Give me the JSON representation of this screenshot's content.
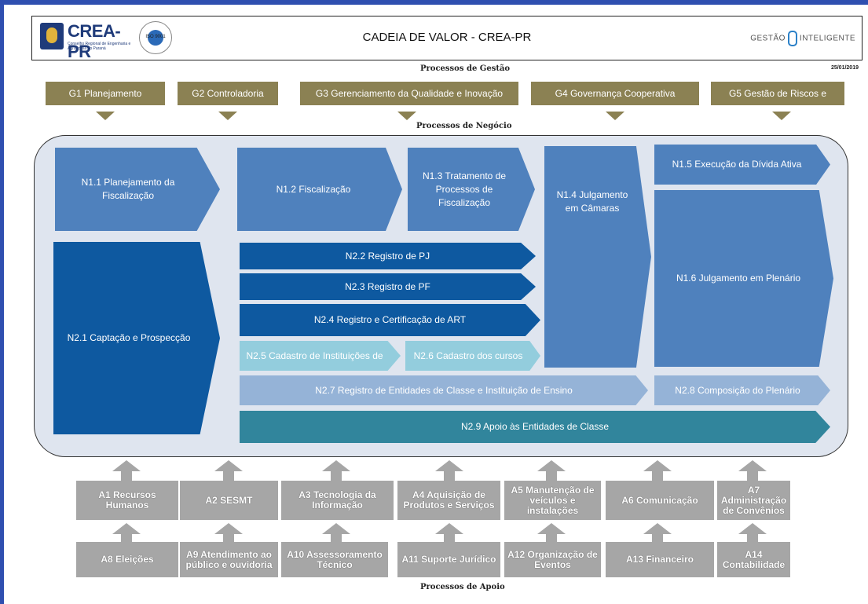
{
  "header": {
    "logo_brand": "CREA-PR",
    "logo_sub": "Conselho Regional de Engenharia e Agronomia do Paraná",
    "iso_label": "ISO 9001",
    "title": "CADEIA DE VALOR - CREA-PR",
    "right_brand_left": "GESTÃO",
    "right_brand_right": "INTELIGENTE",
    "date": "25/01/2019"
  },
  "sections": {
    "gestao": "Processos de Gestão",
    "negocio": "Processos de Negócio",
    "apoio": "Processos de Apoio"
  },
  "gestao": [
    "G1 Planejamento",
    "G2 Controladoria",
    "G3 Gerenciamento da Qualidade e Inovação",
    "G4 Governança Cooperativa",
    "G5 Gestão de Riscos e"
  ],
  "negocio": {
    "n11": "N1.1 Planejamento da Fiscalização",
    "n12": "N1.2 Fiscalização",
    "n13": "N1.3 Tratamento de Processos de Fiscalização",
    "n14": "N1.4 Julgamento em Câmaras",
    "n15": "N1.5 Execução da Dívida Ativa",
    "n16": "N1.6 Julgamento em Plenário",
    "n21": "N2.1 Captação e Prospecção",
    "n22": "N2.2 Registro  de PJ",
    "n23": "N2.3 Registro de PF",
    "n24": "N2.4 Registro e Certificação de ART",
    "n25": "N2.5 Cadastro de Instituições de",
    "n26": "N2.6 Cadastro dos cursos",
    "n27": "N2.7 Registro de Entidades de Classe e Instituição de Ensino",
    "n28": "N2.8 Composição do Plenário",
    "n29": "N2.9 Apoio às Entidades de Classe"
  },
  "apoio": {
    "a1": "A1 Recursos Humanos",
    "a2": "A2 SESMT",
    "a3": "A3 Tecnologia da Informação",
    "a4": "A4 Aquisição de Produtos e Serviços",
    "a5": "A5 Manutenção de veículos e instalações",
    "a6": "A6 Comunicação",
    "a7": "A7 Administração de Convênios",
    "a8": "A8 Eleições",
    "a9": "A9 Atendimento ao público e ouvidoria",
    "a10": "A10 Assessoramento Técnico",
    "a11": "A11 Suporte Jurídico",
    "a12": "A12 Organização de Eventos",
    "a13": "A13 Financeiro",
    "a14": "A14 Contabilidade"
  }
}
